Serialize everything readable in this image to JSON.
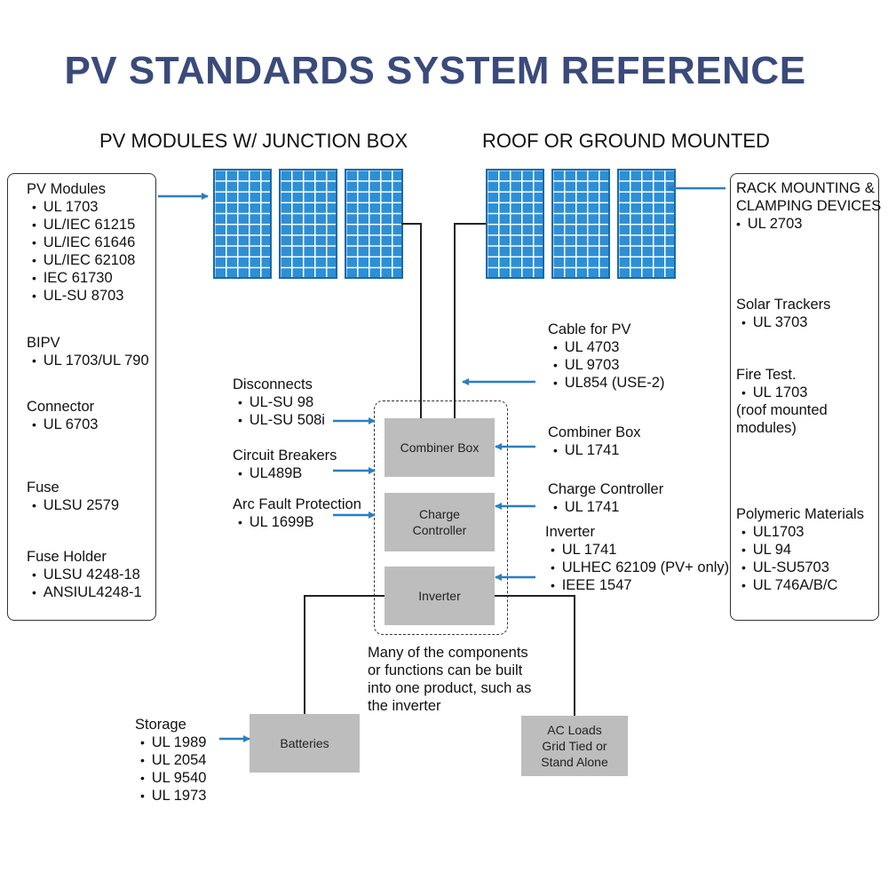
{
  "title": "PV STANDARDS SYSTEM REFERENCE",
  "headings": {
    "left": "PV MODULES W/ JUNCTION BOX",
    "right": "ROOF OR GROUND MOUNTED"
  },
  "left_panel": {
    "groups": [
      {
        "heading": "PV Modules",
        "items": [
          "UL 1703",
          "UL/IEC 61215",
          "UL/IEC 61646",
          "UL/IEC 62108",
          "IEC 61730",
          "UL-SU 8703"
        ]
      },
      {
        "heading": "BIPV",
        "items": [
          "UL 1703/UL 790"
        ]
      },
      {
        "heading": "Connector",
        "items": [
          "UL 6703"
        ]
      },
      {
        "heading": "Fuse",
        "items": [
          "ULSU 2579"
        ]
      },
      {
        "heading": "Fuse Holder",
        "items": [
          "ULSU 4248-18",
          "ANSIUL4248-1"
        ]
      }
    ]
  },
  "right_panel": {
    "groups": [
      {
        "heading_lines": [
          "RACK MOUNTING &",
          "CLAMPING DEVICES"
        ],
        "items": [
          "UL 2703"
        ]
      },
      {
        "heading_lines": [
          "Solar Trackers"
        ],
        "items": [
          "UL 3703"
        ]
      },
      {
        "heading_lines": [
          "Fire Test."
        ],
        "items": [
          "UL 1703"
        ],
        "note_lines": [
          "(roof mounted",
          "modules)"
        ]
      },
      {
        "heading_lines": [
          "Polymeric Materials"
        ],
        "items": [
          "UL1703",
          "UL 94",
          "UL-SU5703",
          "UL 746A/B/C"
        ]
      }
    ]
  },
  "left_labels": {
    "disconnects": {
      "heading": "Disconnects",
      "items": [
        "UL-SU 98",
        "UL-SU 508i"
      ]
    },
    "breakers": {
      "heading": "Circuit Breakers",
      "items": [
        "UL489B"
      ]
    },
    "arc_fault": {
      "heading": "Arc Fault Protection",
      "items": [
        "UL 1699B"
      ]
    }
  },
  "right_labels": {
    "cable": {
      "heading": "Cable for PV",
      "items": [
        "UL 4703",
        "UL 9703",
        "UL854 (USE-2)"
      ]
    },
    "combiner": {
      "heading": "Combiner Box",
      "items": [
        "UL 1741"
      ]
    },
    "charge": {
      "heading": "Charge Controller",
      "items": [
        "UL 1741"
      ]
    },
    "inverter": {
      "heading": "Inverter",
      "items": [
        "UL 1741",
        "ULHEC 62109 (PV+ only)",
        "IEEE 1547"
      ]
    }
  },
  "components": {
    "combiner_box": "Combiner Box",
    "charge_controller_lines": [
      "Charge",
      "Controller"
    ],
    "inverter": "Inverter",
    "batteries": "Batteries",
    "ac_loads_lines": [
      "AC Loads",
      "Grid Tied or",
      "Stand Alone"
    ]
  },
  "note_lines": [
    "Many of the components",
    "or functions can be built",
    "into one product, such as",
    "the inverter"
  ],
  "storage": {
    "heading": "Storage",
    "items": [
      "UL 1989",
      "UL 2054",
      "UL 9540",
      "UL 1973"
    ]
  },
  "colors": {
    "title": "#3a4a7a",
    "arrow": "#2a7fc0",
    "panel": "#2d8fd6",
    "component": "#bdbdbd"
  }
}
